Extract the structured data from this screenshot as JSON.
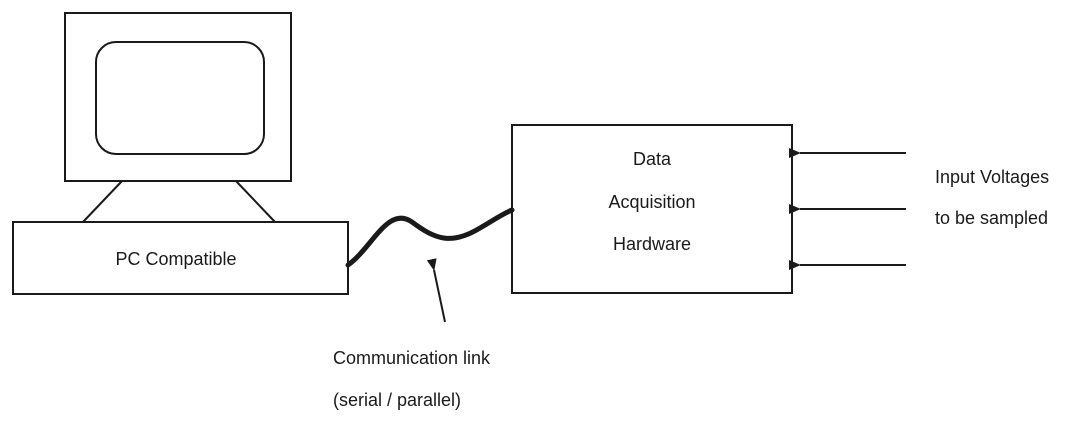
{
  "computer": {
    "base_label": "PC Compatible"
  },
  "daq": {
    "label_lines": [
      "Data",
      "Acquisition",
      "Hardware"
    ]
  },
  "link": {
    "label_lines": [
      "Communication link",
      "(serial / parallel)"
    ]
  },
  "inputs": {
    "label_lines": [
      "Input Voltages",
      "to be sampled"
    ],
    "arrow_count": 3
  },
  "colors": {
    "stroke": "#1a1a1a",
    "background": "#ffffff"
  }
}
